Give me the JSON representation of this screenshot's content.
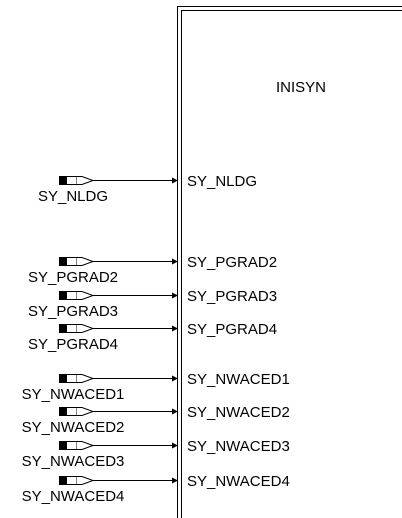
{
  "block": {
    "title": "INISYN",
    "ports": [
      {
        "input_label": "SY_NLDG",
        "port_label": "SY_NLDG"
      },
      {
        "input_label": "SY_PGRAD2",
        "port_label": "SY_PGRAD2"
      },
      {
        "input_label": "SY_PGRAD3",
        "port_label": "SY_PGRAD3"
      },
      {
        "input_label": "SY_PGRAD4",
        "port_label": "SY_PGRAD4"
      },
      {
        "input_label": "SY_NWACED1",
        "port_label": "SY_NWACED1"
      },
      {
        "input_label": "SY_NWACED2",
        "port_label": "SY_NWACED2"
      },
      {
        "input_label": "SY_NWACED3",
        "port_label": "SY_NWACED3"
      },
      {
        "input_label": "SY_NWACED4",
        "port_label": "SY_NWACED4"
      }
    ]
  },
  "colors": {
    "line": "#000000",
    "background": "#ffffff"
  },
  "icons": {
    "input_connector": "inport-connector-icon",
    "signal_arrow": "arrow-right-icon"
  }
}
